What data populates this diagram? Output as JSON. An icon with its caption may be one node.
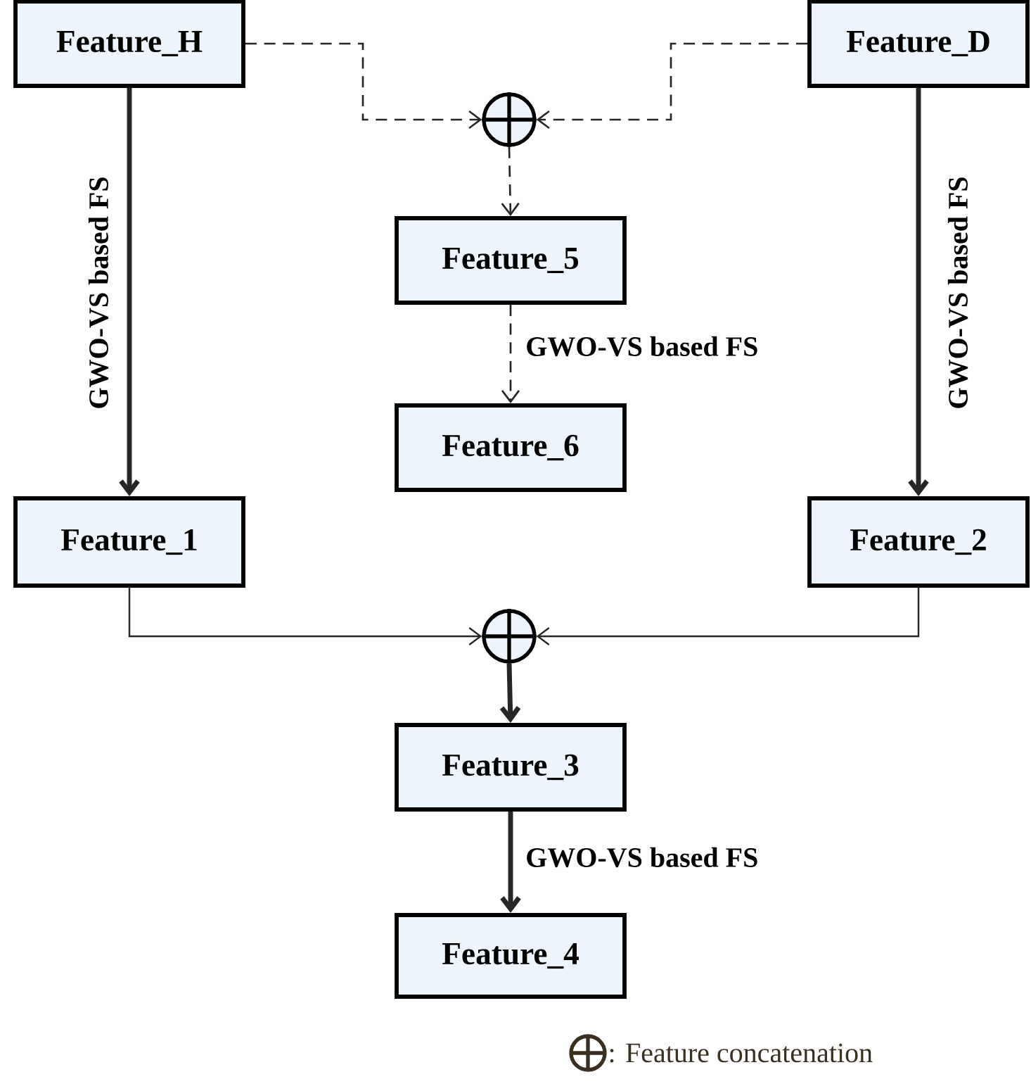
{
  "diagram": {
    "nodes": [
      {
        "text": [
          "Feature_H"
        ]
      },
      {
        "text": [
          "Feature_D"
        ]
      },
      {
        "text": [],
        "shape": "circle"
      },
      {
        "text": [
          "Feature_5"
        ]
      },
      {
        "text": [
          "Feature_6"
        ]
      },
      {
        "text": [
          "Feature_1"
        ]
      },
      {
        "text": [
          "Feature_2"
        ]
      },
      {
        "text": [],
        "shape": "circle"
      },
      {
        "text": [
          "Feature_3"
        ]
      },
      {
        "text": [
          "Feature_4"
        ]
      }
    ],
    "edges": [
      {
        "from": 0,
        "to": 2,
        "arrow": "to",
        "style": "dashed"
      },
      {
        "from": 1,
        "to": 2,
        "arrow": "to",
        "style": "dashed"
      },
      {
        "from": 2,
        "to": 3,
        "arrow": "to",
        "style": "dashed"
      },
      {
        "from": 3,
        "to": 4,
        "arrow": "to",
        "style": "dashed",
        "label": "GWO-VS based FS"
      },
      {
        "from": 0,
        "to": 5,
        "arrow": "to",
        "style": "thick",
        "label": "GWO-VS based FS"
      },
      {
        "from": 1,
        "to": 6,
        "arrow": "to",
        "style": "thick",
        "label": "GWO-VS based FS"
      },
      {
        "from": 5,
        "to": 7,
        "arrow": "to"
      },
      {
        "from": 6,
        "to": 7,
        "arrow": "to"
      },
      {
        "from": 7,
        "to": 8,
        "arrow": "to",
        "style": "thick"
      },
      {
        "from": 8,
        "to": 9,
        "arrow": "to",
        "style": "thick",
        "label": "GWO-VS based FS"
      }
    ],
    "legend": [
      {
        "text": ": Feature concatenation"
      }
    ]
  }
}
